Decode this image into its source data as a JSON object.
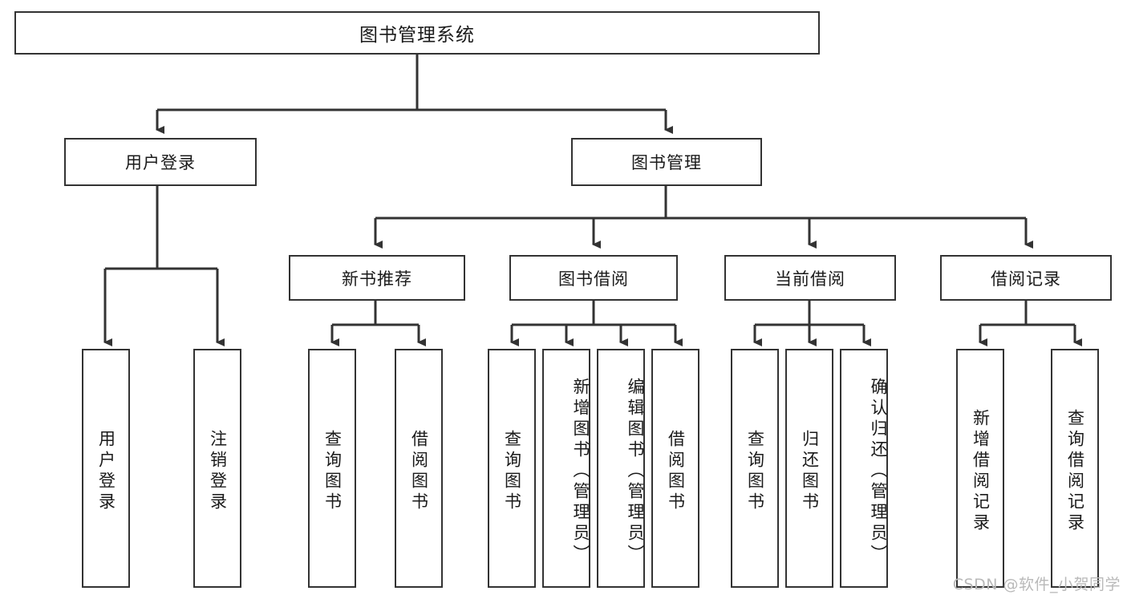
{
  "diagram": {
    "title": "图书管理系统",
    "watermark": "CSDN @软件_小贺同学",
    "accent_color": "#333333",
    "background_color": "#ffffff",
    "watermark_color": "#b9b9b9",
    "root": {
      "label": "图书管理系统"
    },
    "level2": [
      {
        "label": "用户登录"
      },
      {
        "label": "图书管理"
      }
    ],
    "level3": [
      {
        "label": "新书推荐"
      },
      {
        "label": "图书借阅"
      },
      {
        "label": "当前借阅"
      },
      {
        "label": "借阅记录"
      }
    ],
    "leaves": [
      {
        "label": "用户登录",
        "parent": "用户登录"
      },
      {
        "label": "注销登录",
        "parent": "用户登录"
      },
      {
        "label": "查询图书",
        "parent": "新书推荐"
      },
      {
        "label": "借阅图书",
        "parent": "新书推荐"
      },
      {
        "label": "查询图书",
        "parent": "图书借阅"
      },
      {
        "label": "新增图书（管理员）",
        "parent": "图书借阅"
      },
      {
        "label": "编辑图书（管理员）",
        "parent": "图书借阅"
      },
      {
        "label": "借阅图书",
        "parent": "图书借阅"
      },
      {
        "label": "查询图书",
        "parent": "当前借阅"
      },
      {
        "label": "归还图书",
        "parent": "当前借阅"
      },
      {
        "label": "确认归还（管理员）",
        "parent": "当前借阅"
      },
      {
        "label": "新增借阅记录",
        "parent": "借阅记录"
      },
      {
        "label": "查询借阅记录",
        "parent": "借阅记录"
      }
    ]
  },
  "chart_data": {
    "type": "table",
    "title": "图书管理系统 功能结构图",
    "nodes": [
      {
        "id": "root",
        "label": "图书管理系统",
        "level": 0,
        "parent": null
      },
      {
        "id": "l2-0",
        "label": "用户登录",
        "level": 1,
        "parent": "root"
      },
      {
        "id": "l2-1",
        "label": "图书管理",
        "level": 1,
        "parent": "root"
      },
      {
        "id": "l3-0",
        "label": "新书推荐",
        "level": 2,
        "parent": "l2-1"
      },
      {
        "id": "l3-1",
        "label": "图书借阅",
        "level": 2,
        "parent": "l2-1"
      },
      {
        "id": "l3-2",
        "label": "当前借阅",
        "level": 2,
        "parent": "l2-1"
      },
      {
        "id": "l3-3",
        "label": "借阅记录",
        "level": 2,
        "parent": "l2-1"
      },
      {
        "id": "leaf-0",
        "label": "用户登录",
        "level": 2,
        "parent": "l2-0"
      },
      {
        "id": "leaf-1",
        "label": "注销登录",
        "level": 2,
        "parent": "l2-0"
      },
      {
        "id": "leaf-2",
        "label": "查询图书",
        "level": 3,
        "parent": "l3-0"
      },
      {
        "id": "leaf-3",
        "label": "借阅图书",
        "level": 3,
        "parent": "l3-0"
      },
      {
        "id": "leaf-4",
        "label": "查询图书",
        "level": 3,
        "parent": "l3-1"
      },
      {
        "id": "leaf-5",
        "label": "新增图书（管理员）",
        "level": 3,
        "parent": "l3-1"
      },
      {
        "id": "leaf-6",
        "label": "编辑图书（管理员）",
        "level": 3,
        "parent": "l3-1"
      },
      {
        "id": "leaf-7",
        "label": "借阅图书",
        "level": 3,
        "parent": "l3-1"
      },
      {
        "id": "leaf-8",
        "label": "查询图书",
        "level": 3,
        "parent": "l3-2"
      },
      {
        "id": "leaf-9",
        "label": "归还图书",
        "level": 3,
        "parent": "l3-2"
      },
      {
        "id": "leaf-10",
        "label": "确认归还（管理员）",
        "level": 3,
        "parent": "l3-2"
      },
      {
        "id": "leaf-11",
        "label": "新增借阅记录",
        "level": 3,
        "parent": "l3-3"
      },
      {
        "id": "leaf-12",
        "label": "查询借阅记录",
        "level": 3,
        "parent": "l3-3"
      }
    ]
  }
}
